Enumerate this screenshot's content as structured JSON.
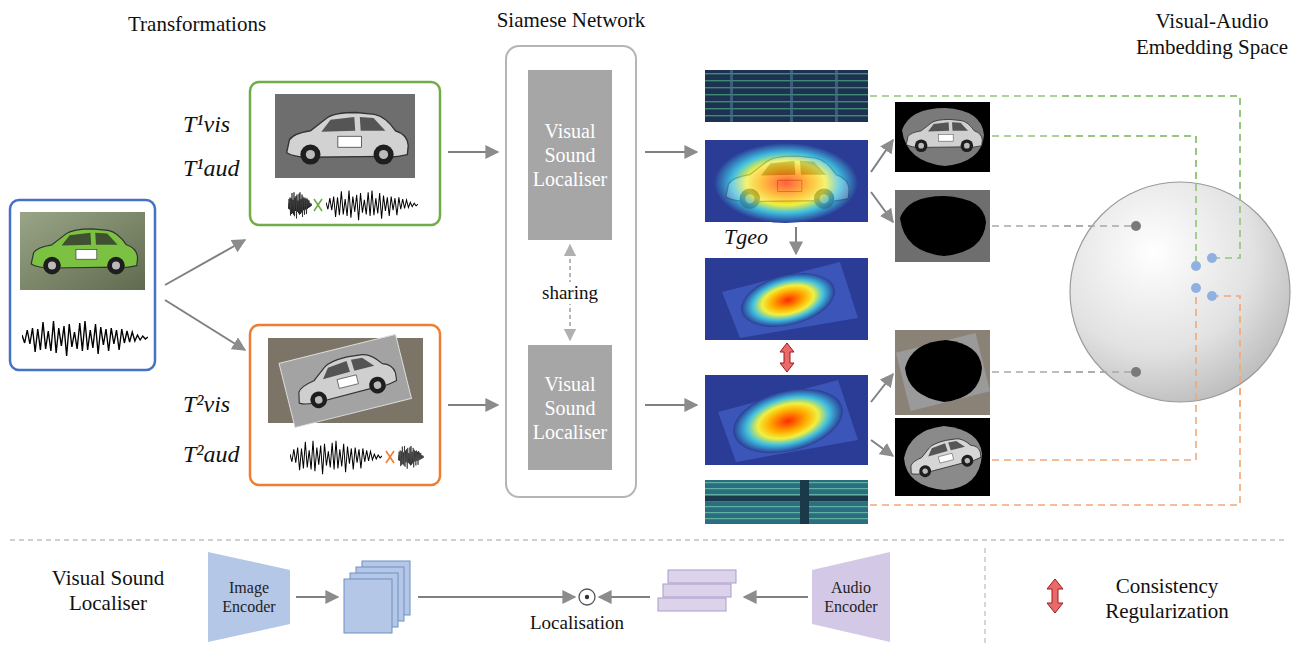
{
  "diagram": {
    "nodes": [
      {
        "text": [
          "Siamese Network"
        ]
      },
      {
        "text": [
          "Visual Sound Localiser"
        ],
        "in": 0
      },
      {
        "text": [
          "Visual Sound Localiser"
        ],
        "in": 0
      },
      {
        "text": [
          "Visual-Audio Embedding Space"
        ]
      },
      {
        "text": [
          "Image Encoder"
        ]
      },
      {
        "text": [
          "Audio Encoder"
        ]
      }
    ],
    "edges": [
      {
        "from": 1,
        "to": 2,
        "arrow": "both",
        "label": "sharing"
      }
    ],
    "labels": [
      "Transformations",
      "T¹vis",
      "T¹aud",
      "T²vis",
      "T²aud",
      "Tgeo",
      "Visual Sound Localiser",
      "Localisation"
    ],
    "legend": [
      {
        "text": "Consistency Regularization"
      }
    ]
  }
}
